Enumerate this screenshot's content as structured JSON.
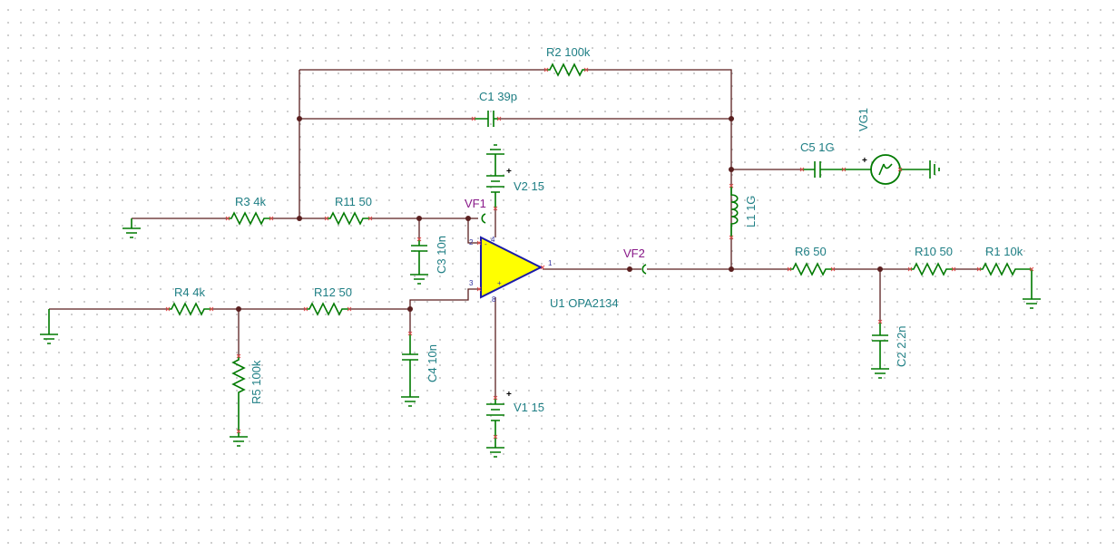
{
  "components": {
    "r2": "R2 100k",
    "c1": "C1 39p",
    "c5": "C5 1G",
    "vg1": "VG1",
    "r3": "R3 4k",
    "r11": "R11 50",
    "vf1": "VF1",
    "v2": "V2 15",
    "l1": "L1 1G",
    "c3": "C3 10n",
    "vf2": "VF2",
    "r6": "R6 50",
    "r10": "R10 50",
    "r1": "R1 10k",
    "r4": "R4 4k",
    "r12": "R12 50",
    "u1": "U1 OPA2134",
    "c4": "C4 10n",
    "r5": "R5 100k",
    "c2": "C2 2.2n",
    "v1": "V1 15"
  },
  "pins": {
    "in_minus": "2",
    "v_plus": "4",
    "in_plus": "3",
    "v_minus": "8",
    "out": "1",
    "minus_sign": "-",
    "plus_sign": "+"
  },
  "polarity": "+"
}
